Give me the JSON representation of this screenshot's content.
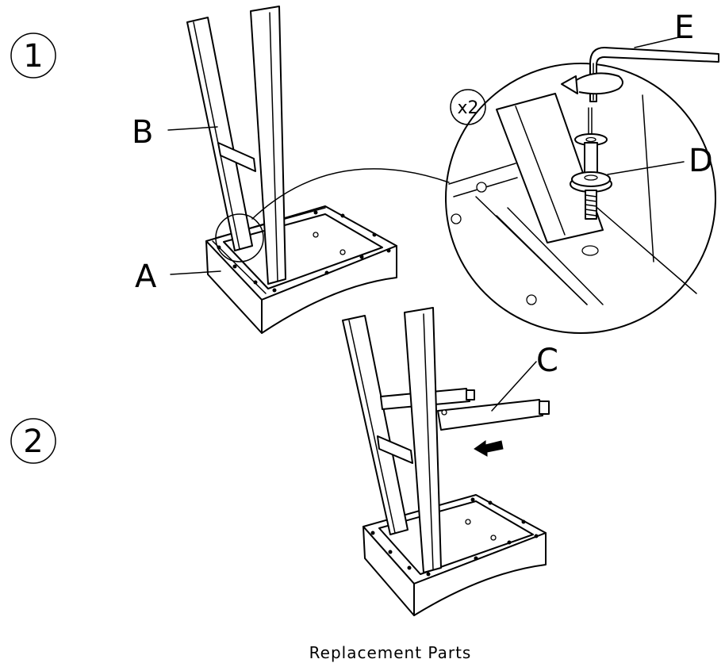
{
  "steps": [
    {
      "number": "1"
    },
    {
      "number": "2"
    }
  ],
  "part_labels": {
    "a": "A",
    "b": "B",
    "c": "C",
    "d": "D",
    "e": "E"
  },
  "quantity_badge": "x2",
  "caption": "Replacement Parts",
  "icons": [
    "circled-step-number",
    "allen-key",
    "rotation-arrow",
    "bolt",
    "washer",
    "push-arrow"
  ]
}
